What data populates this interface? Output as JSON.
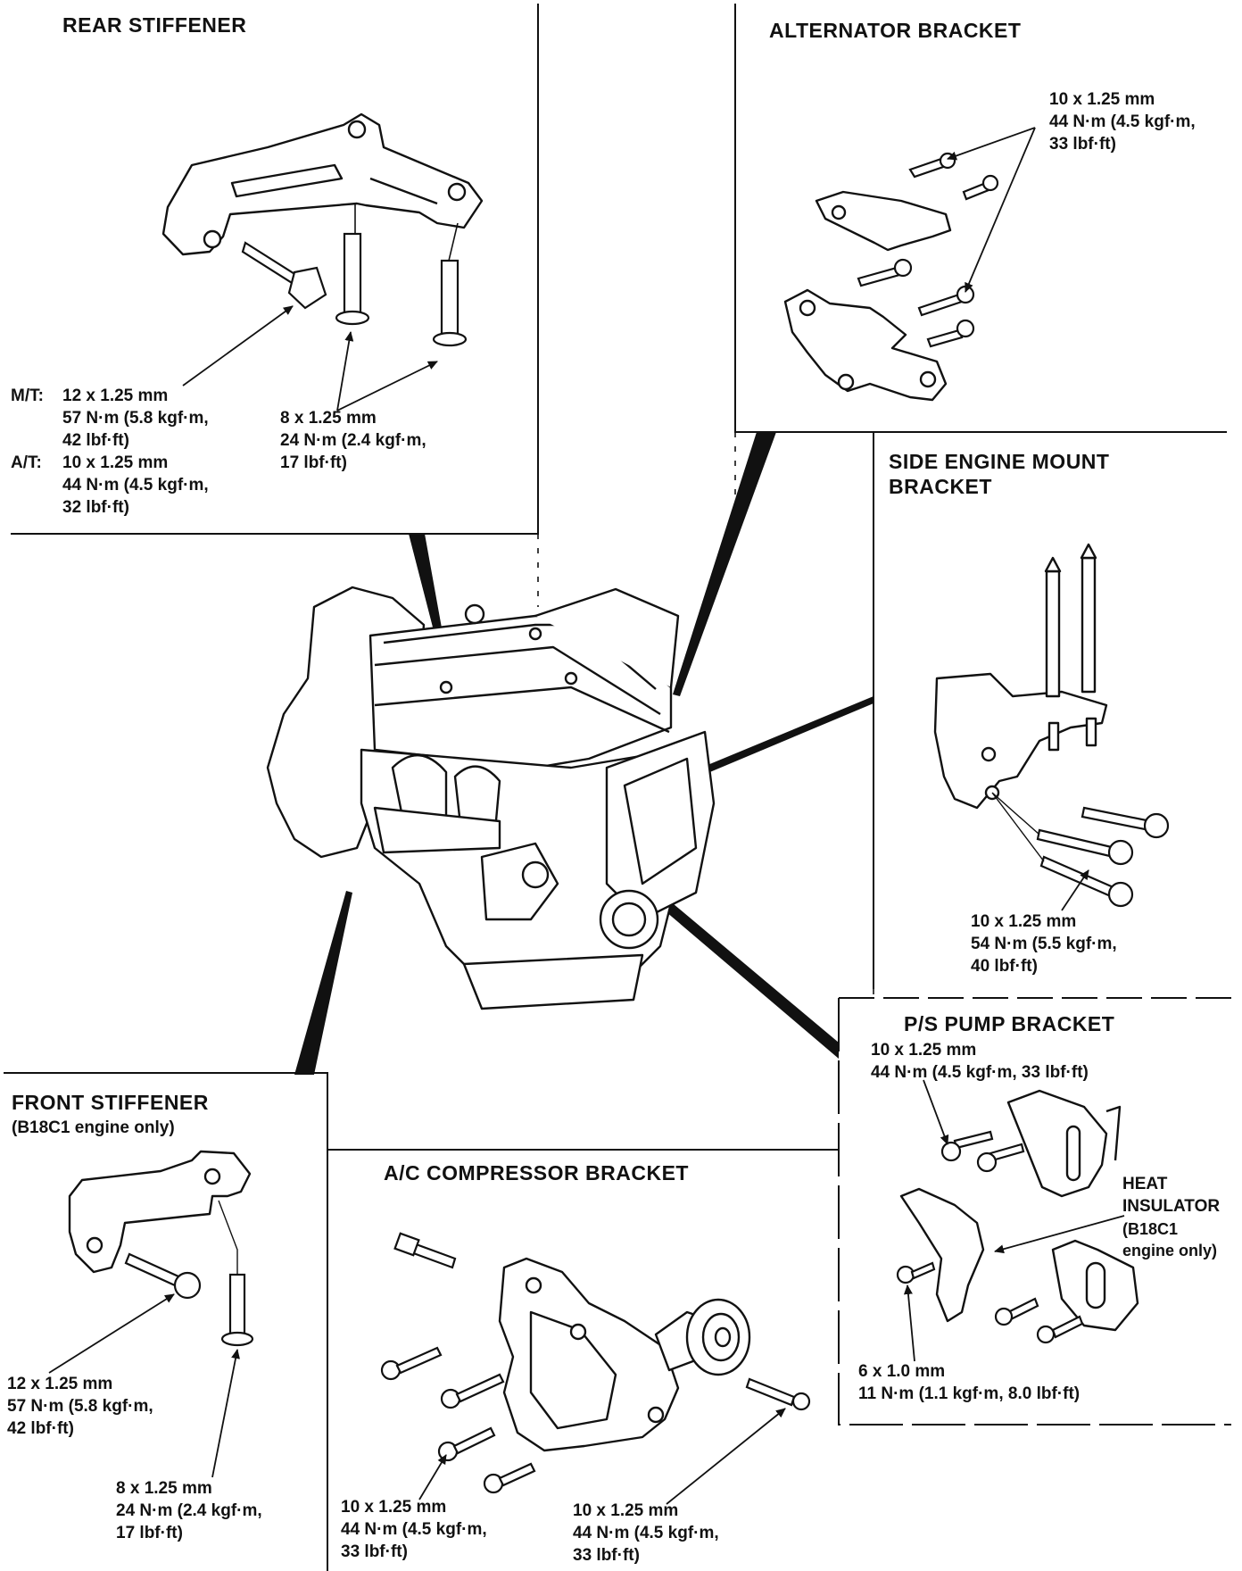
{
  "rear_stiffener": {
    "title": "REAR STIFFENER",
    "mt_label": "M/T:",
    "mt_spec": [
      "12 x 1.25 mm",
      "57 N·m (5.8 kgf·m,",
      "42 lbf·ft)"
    ],
    "at_label": "A/T:",
    "at_spec": [
      "10 x 1.25 mm",
      "44 N·m (4.5 kgf·m,",
      "32 lbf·ft)"
    ],
    "bolt_spec": [
      "8 x 1.25 mm",
      "24 N·m (2.4 kgf·m,",
      "17 lbf·ft)"
    ]
  },
  "alternator_bracket": {
    "title": "ALTERNATOR BRACKET",
    "spec": [
      "10 x 1.25 mm",
      "44 N·m (4.5 kgf·m,",
      "33 lbf·ft)"
    ]
  },
  "side_engine_mount": {
    "title": [
      "SIDE ENGINE MOUNT",
      "BRACKET"
    ],
    "spec": [
      "10 x 1.25 mm",
      "54 N·m (5.5 kgf·m,",
      "40 lbf·ft)"
    ]
  },
  "ps_pump_bracket": {
    "title": "P/S PUMP BRACKET",
    "spec_top": [
      "10 x 1.25 mm",
      "44 N·m (4.5 kgf·m, 33 lbf·ft)"
    ],
    "heat_insulator": [
      "HEAT",
      "INSULATOR",
      "(B18C1",
      "engine only)"
    ],
    "spec_bottom": [
      "6 x 1.0 mm",
      "11 N·m (1.1 kgf·m, 8.0 lbf·ft)"
    ]
  },
  "front_stiffener": {
    "title": [
      "FRONT STIFFENER",
      "(B18C1 engine only)"
    ],
    "spec_large": [
      "12 x 1.25 mm",
      "57 N·m (5.8 kgf·m,",
      "42 lbf·ft)"
    ],
    "spec_small": [
      "8 x 1.25 mm",
      "24 N·m (2.4 kgf·m,",
      "17 lbf·ft)"
    ]
  },
  "ac_compressor_bracket": {
    "title": "A/C COMPRESSOR BRACKET",
    "spec_left": [
      "10 x 1.25 mm",
      "44 N·m (4.5 kgf·m,",
      "33 lbf·ft)"
    ],
    "spec_right": [
      "10 x 1.25 mm",
      "44 N·m (4.5 kgf·m,",
      "33 lbf·ft)"
    ]
  }
}
